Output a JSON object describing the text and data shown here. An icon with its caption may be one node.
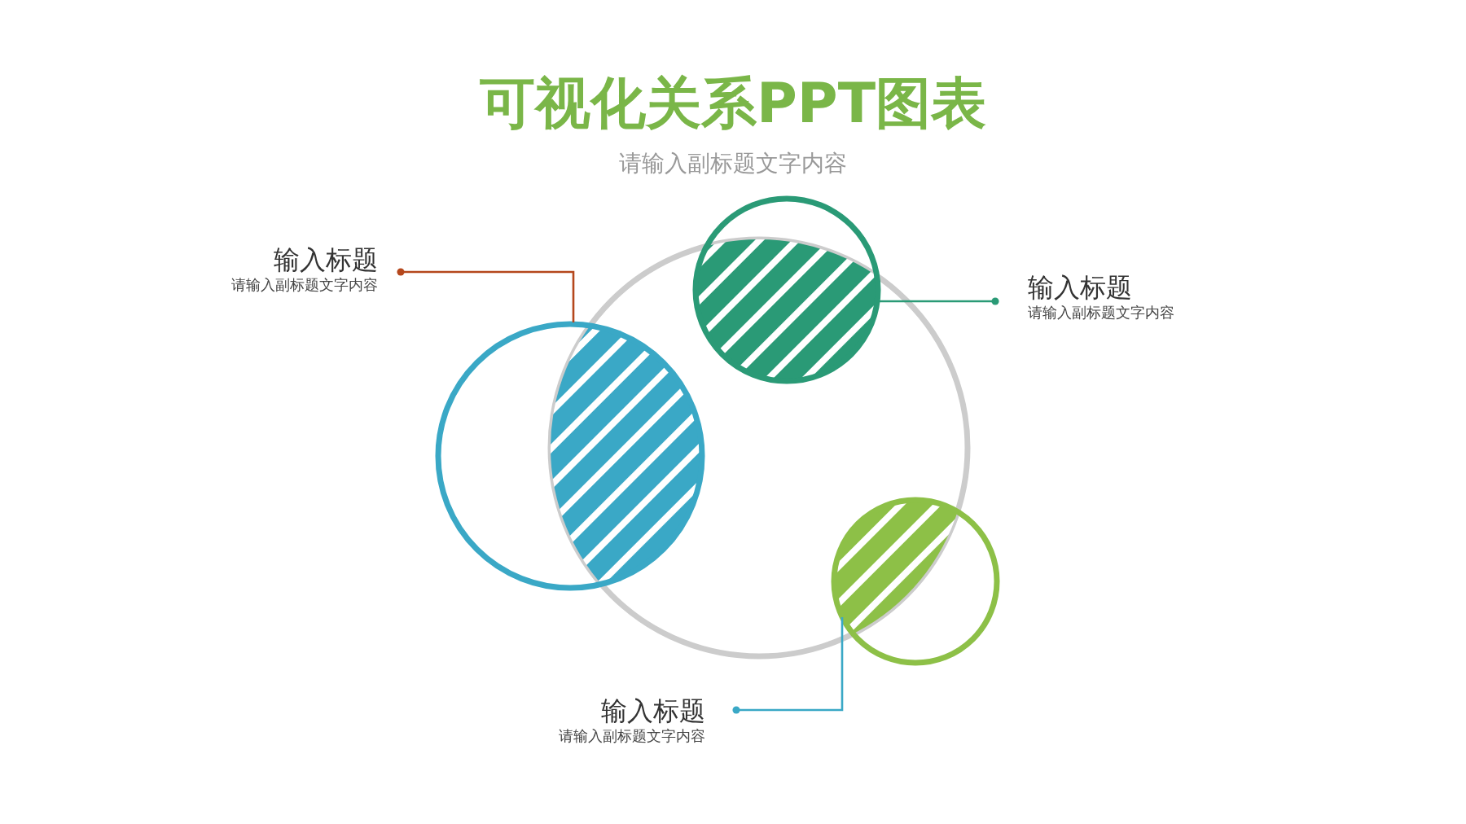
{
  "diagram": {
    "title": "可视化关系PPT图表",
    "nodes": [
      {
        "text": [
          "输入标题",
          "请输入副标题文字内容"
        ]
      },
      {
        "text": [
          "输入标题",
          "请输入副标题文字内容"
        ]
      },
      {
        "text": [],
        "shape": "circle"
      },
      {
        "text": [],
        "shape": "circle"
      },
      {
        "text": [],
        "shape": "circle"
      },
      {
        "text": [],
        "shape": "circle"
      },
      {
        "text": [
          "输入标题",
          "请输入副标题文字内容"
        ]
      }
    ],
    "edges": [
      {
        "from": 0,
        "to": 4,
        "arrow": "other",
        "color": "#b5471c"
      },
      {
        "from": 1,
        "to": 2,
        "arrow": "other",
        "color": "#2a9a76"
      },
      {
        "from": 6,
        "to": 5,
        "arrow": "other",
        "color": "#3aa8c6"
      }
    ],
    "labels": [
      "请输入副标题文字内容"
    ]
  }
}
